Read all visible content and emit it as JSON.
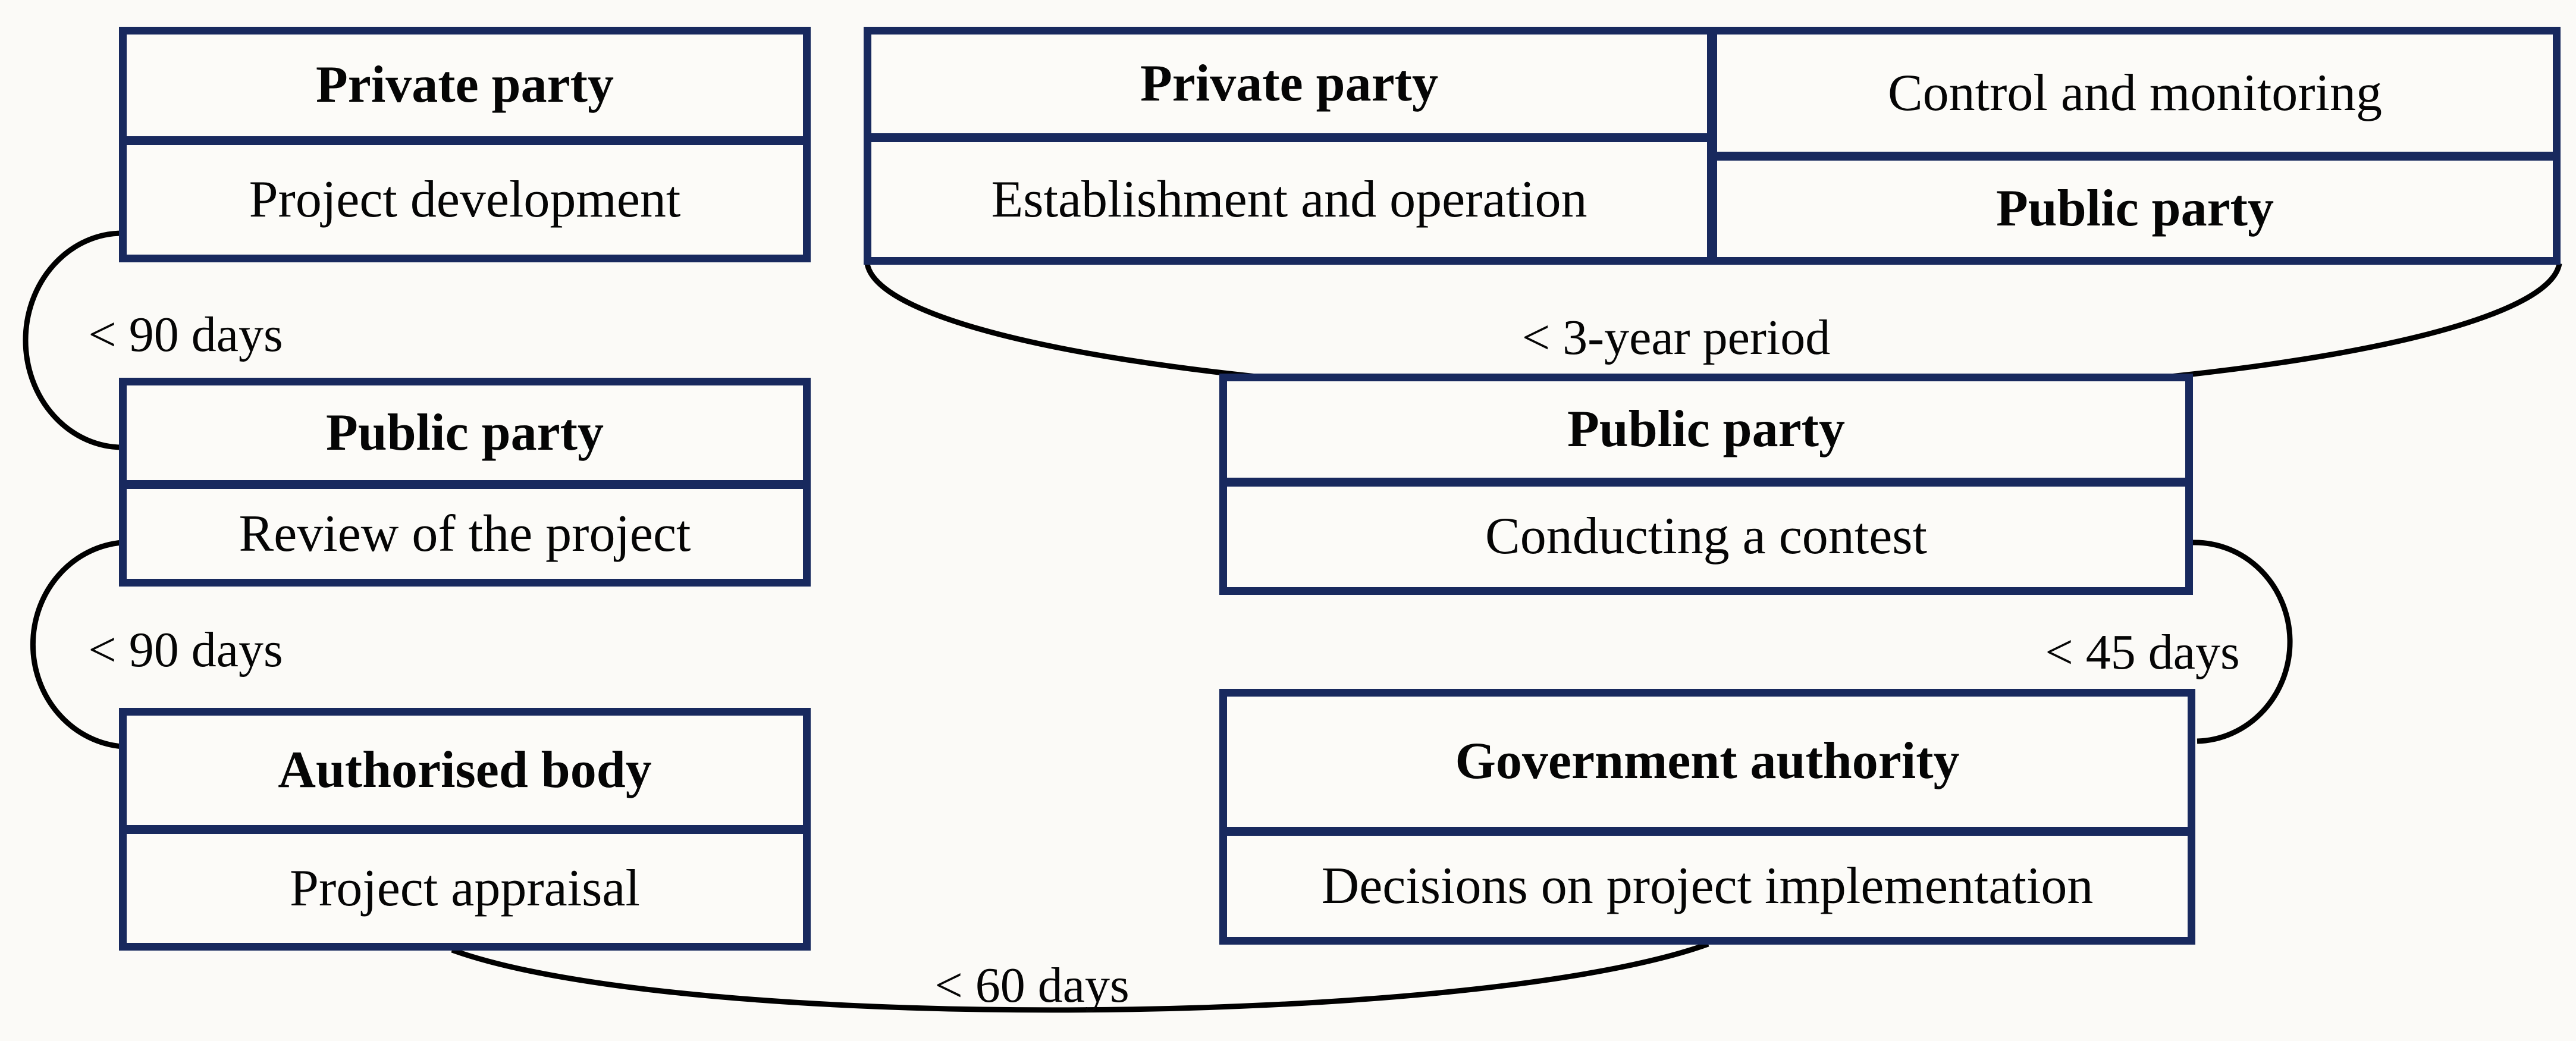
{
  "colors": {
    "border_navy": "#18295E",
    "arc_black": "#000000",
    "background": "#FBFAF7",
    "box_fill": "#FCFBF8",
    "text": "#050505"
  },
  "stages": {
    "top_left": {
      "rows": [
        {
          "text": "Private party",
          "bold": true
        },
        {
          "text": "Project development",
          "bold": false
        }
      ]
    },
    "top_right_left_column": {
      "rows": [
        {
          "text": "Private party",
          "bold": true
        },
        {
          "text": "Establishment and operation",
          "bold": false
        }
      ]
    },
    "top_right_right_column": {
      "rows": [
        {
          "text": "Control and monitoring",
          "bold": false
        },
        {
          "text": "Public party",
          "bold": true
        }
      ]
    },
    "middle_left": {
      "rows": [
        {
          "text": "Public party",
          "bold": true
        },
        {
          "text": "Review of the project",
          "bold": false
        }
      ]
    },
    "middle_right": {
      "rows": [
        {
          "text": "Public party",
          "bold": true
        },
        {
          "text": "Conducting a contest",
          "bold": false
        }
      ]
    },
    "bottom_left": {
      "rows": [
        {
          "text": "Authorised body",
          "bold": true
        },
        {
          "text": "Project appraisal",
          "bold": false
        }
      ]
    },
    "bottom_right": {
      "rows": [
        {
          "text": "Government authority",
          "bold": true
        },
        {
          "text": "Decisions on project implementation",
          "bold": false
        }
      ]
    }
  },
  "connectors": {
    "development_to_review": {
      "label": "< 90 days"
    },
    "review_to_appraisal": {
      "label": "< 90 days"
    },
    "operation_to_contest": {
      "label": "< 3-year period"
    },
    "contest_to_decision": {
      "label": "< 45 days"
    },
    "appraisal_to_decision": {
      "label": "< 60 days"
    }
  }
}
